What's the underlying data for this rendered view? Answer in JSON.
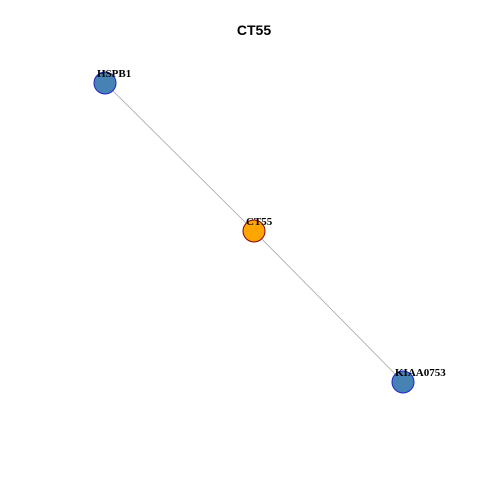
{
  "title": "CT55",
  "colors": {
    "center_node_fill": "#FFA500",
    "center_node_stroke": "#8B0000",
    "neighbor_node_fill": "#4682B4",
    "neighbor_node_stroke": "#1E22C8",
    "edge": "#A6A6A6"
  },
  "nodes": [
    {
      "id": "HSPB1",
      "label": "HSPB1",
      "role": "neighbor"
    },
    {
      "id": "CT55",
      "label": "CT55",
      "role": "center"
    },
    {
      "id": "KIAA0753",
      "label": "KIAA0753",
      "role": "neighbor"
    }
  ],
  "edges": [
    {
      "source": "HSPB1",
      "target": "CT55"
    },
    {
      "source": "CT55",
      "target": "KIAA0753"
    }
  ]
}
